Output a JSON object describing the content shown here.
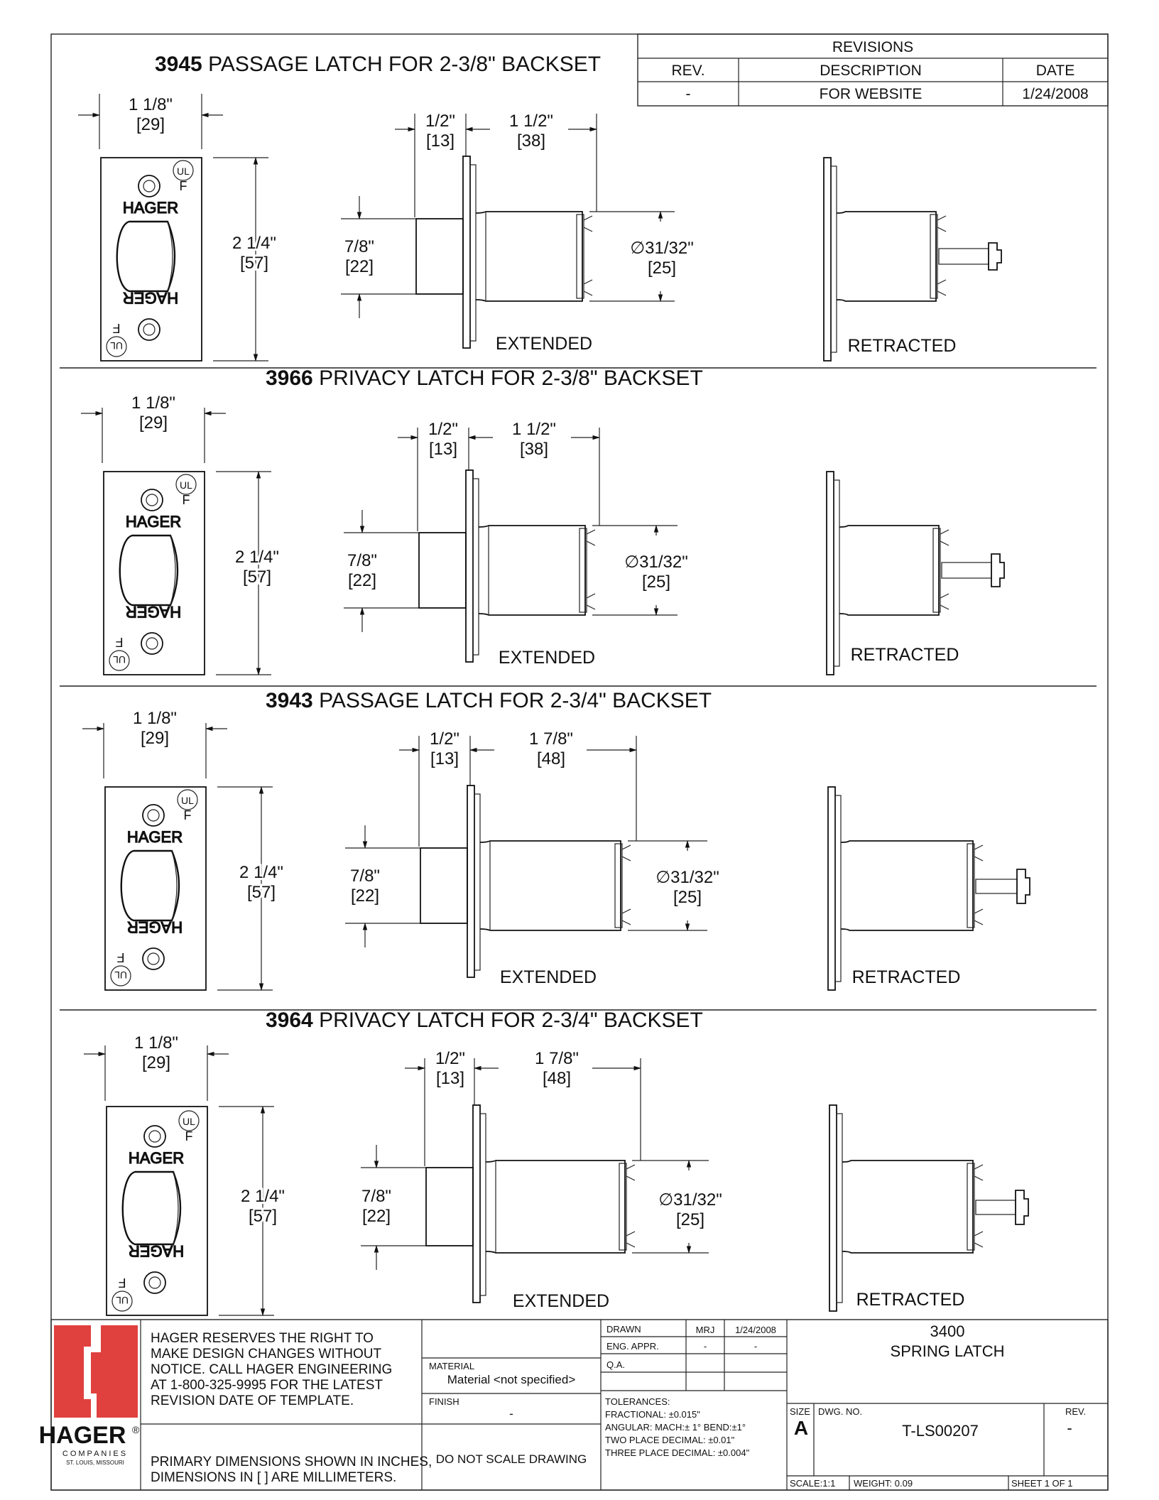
{
  "revisions": {
    "title": "REVISIONS",
    "headers": [
      "REV.",
      "DESCRIPTION",
      "DATE"
    ],
    "row": [
      "-",
      "FOR WEBSITE",
      "1/24/2008"
    ]
  },
  "sections": [
    {
      "model": "3945",
      "title": " PASSAGE LATCH FOR 2-3/8\" BACKSET",
      "plate_w": "1 1/8\"",
      "plate_w_mm": "[29]",
      "plate_h": "2 1/4\"",
      "plate_h_mm": "[57]",
      "face": "1/2\"",
      "face_mm": "[13]",
      "body": "1 1/2\"",
      "body_mm": "[38]",
      "bolt": "7/8\"",
      "bolt_mm": "[22]",
      "dia": "∅31/32\"",
      "dia_mm": "[25]",
      "extended": "EXTENDED",
      "retracted": "RETRACTED"
    },
    {
      "model": "3966",
      "title": " PRIVACY LATCH FOR 2-3/8\" BACKSET",
      "plate_w": "1 1/8\"",
      "plate_w_mm": "[29]",
      "plate_h": "2 1/4\"",
      "plate_h_mm": "[57]",
      "face": "1/2\"",
      "face_mm": "[13]",
      "body": "1 1/2\"",
      "body_mm": "[38]",
      "bolt": "7/8\"",
      "bolt_mm": "[22]",
      "dia": "∅31/32\"",
      "dia_mm": "[25]",
      "extended": "EXTENDED",
      "retracted": "RETRACTED"
    },
    {
      "model": "3943",
      "title": " PASSAGE LATCH FOR 2-3/4\" BACKSET",
      "plate_w": "1 1/8\"",
      "plate_w_mm": "[29]",
      "plate_h": "2 1/4\"",
      "plate_h_mm": "[57]",
      "face": "1/2\"",
      "face_mm": "[13]",
      "body": "1 7/8\"",
      "body_mm": "[48]",
      "bolt": "7/8\"",
      "bolt_mm": "[22]",
      "dia": "∅31/32\"",
      "dia_mm": "[25]",
      "extended": "EXTENDED",
      "retracted": "RETRACTED"
    },
    {
      "model": "3964",
      "title": " PRIVACY LATCH FOR 2-3/4\" BACKSET",
      "plate_w": "1 1/8\"",
      "plate_w_mm": "[29]",
      "plate_h": "2 1/4\"",
      "plate_h_mm": "[57]",
      "face": "1/2\"",
      "face_mm": "[13]",
      "body": "1 7/8\"",
      "body_mm": "[48]",
      "bolt": "7/8\"",
      "bolt_mm": "[22]",
      "dia": "∅31/32\"",
      "dia_mm": "[25]",
      "extended": "EXTENDED",
      "retracted": "RETRACTED"
    }
  ],
  "plate_marks": {
    "brand": "HAGER",
    "ul": "UL",
    "f": "F"
  },
  "title_block": {
    "notice": [
      "HAGER RESERVES THE RIGHT TO",
      "MAKE DESIGN CHANGES WITHOUT",
      "NOTICE.  CALL HAGER ENGINEERING",
      "AT 1-800-325-9995 FOR THE LATEST",
      "REVISION DATE OF TEMPLATE."
    ],
    "units_note": [
      "PRIMARY DIMENSIONS SHOWN IN INCHES,",
      "DIMENSIONS IN [ ] ARE MILLIMETERS."
    ],
    "logo": {
      "name": "HAGER",
      "reg": "®",
      "sub": "COMPANIES",
      "city": "ST. LOUIS, MISSOURI",
      "color": "#e0403e"
    },
    "material_label": "MATERIAL",
    "material_value": "Material <not specified>",
    "finish_label": "FINISH",
    "finish_value": "-",
    "do_not_scale": "DO NOT SCALE DRAWING",
    "drawn_label": "DRAWN",
    "drawn_by": "MRJ",
    "drawn_date": "1/24/2008",
    "eng_label": "ENG. APPR.",
    "eng_by": "-",
    "eng_date": "-",
    "qa_label": "Q.A.",
    "tolerances": [
      "TOLERANCES:",
      "FRACTIONAL: ±0.015\"",
      "ANGULAR: MACH:± 1° BEND:±1°",
      "TWO PLACE DECIMAL: ±0.01\"",
      "THREE PLACE DECIMAL: ±0.004\""
    ],
    "part_number": "3400",
    "part_name": "SPRING LATCH",
    "size_label": "SIZE",
    "size": "A",
    "dwg_label": "DWG.  NO.",
    "dwg_no": "T-LS00207",
    "rev_label": "REV.",
    "rev": "-",
    "scale": "SCALE:1:1",
    "weight": "WEIGHT: 0.09",
    "sheet": "SHEET 1 OF 1"
  }
}
